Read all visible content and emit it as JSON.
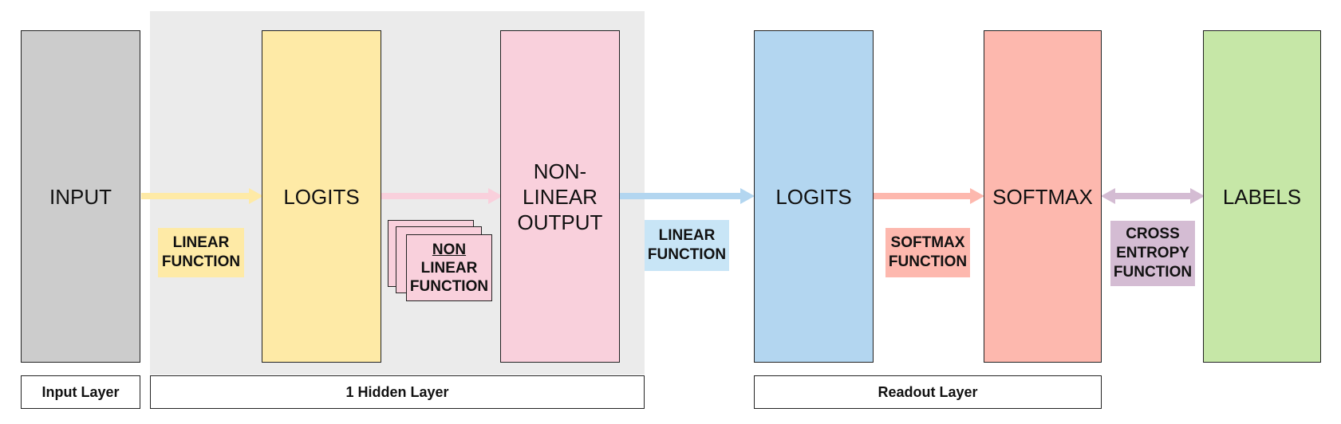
{
  "blocks": {
    "input": "INPUT",
    "logits_hidden": "LOGITS",
    "nonlinear_output": "NON-LINEAR OUTPUT",
    "logits_readout": "LOGITS",
    "softmax": "SOFTMAX",
    "labels": "LABELS"
  },
  "functions": {
    "linear_1": "LINEAR FUNCTION",
    "nonlinear_line1": "NON",
    "nonlinear_line2": "LINEAR",
    "nonlinear_line3": "FUNCTION",
    "linear_2": "LINEAR FUNCTION",
    "softmax_fn": "SOFTMAX FUNCTION",
    "cross_entropy": "CROSS ENTROPY FUNCTION"
  },
  "layers": {
    "input": "Input Layer",
    "hidden": "1 Hidden Layer",
    "readout": "Readout Layer"
  },
  "colors": {
    "input": "#cccccc",
    "logits_hidden": "#feeaa6",
    "nonlinear": "#f9d0dc",
    "logits_readout": "#b3d6f0",
    "softmax": "#fdb8ae",
    "labels": "#c6e7a7",
    "cross_entropy": "#d4bcd3",
    "linear_tag_2": "#c8e5f6"
  }
}
